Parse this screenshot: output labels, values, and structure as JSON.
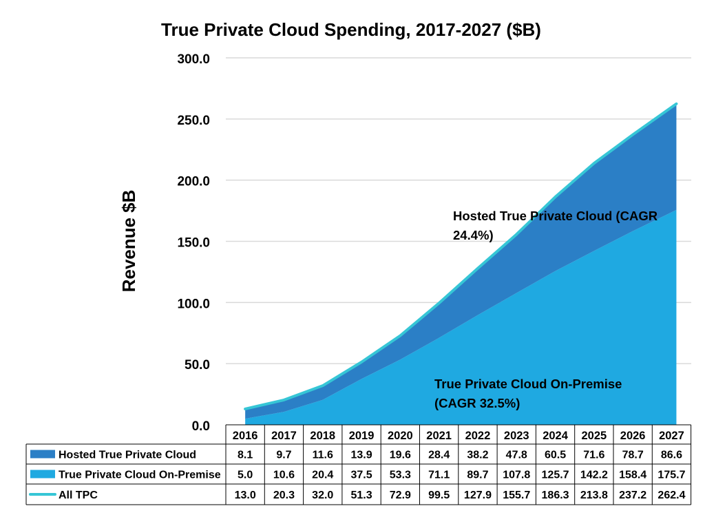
{
  "chart_data": {
    "type": "area",
    "title": "True Private Cloud Spending, 2017-2027 ($B)",
    "ylabel": "Revenue $B",
    "xlabel": "",
    "ylim": [
      0,
      300
    ],
    "y_ticks": [
      "0.0",
      "50.0",
      "100.0",
      "150.0",
      "200.0",
      "250.0",
      "300.0"
    ],
    "grid": true,
    "categories": [
      "2016",
      "2017",
      "2018",
      "2019",
      "2020",
      "2021",
      "2022",
      "2023",
      "2024",
      "2025",
      "2026",
      "2027"
    ],
    "series": [
      {
        "name": "Hosted True Private Cloud",
        "kind": "stacked-area",
        "color": "#2b7fc6",
        "values": [
          8.1,
          9.7,
          11.6,
          13.9,
          19.6,
          28.4,
          38.2,
          47.8,
          60.5,
          71.6,
          78.7,
          86.6
        ],
        "labels": [
          "8.1",
          "9.7",
          "11.6",
          "13.9",
          "19.6",
          "28.4",
          "38.2",
          "47.8",
          "60.5",
          "71.6",
          "78.7",
          "86.6"
        ]
      },
      {
        "name": "True Private Cloud On-Premise",
        "kind": "stacked-area",
        "color": "#1fa9e1",
        "values": [
          5.0,
          10.6,
          20.4,
          37.5,
          53.3,
          71.1,
          89.7,
          107.8,
          125.7,
          142.2,
          158.4,
          175.7
        ],
        "labels": [
          "5.0",
          "10.6",
          "20.4",
          "37.5",
          "53.3",
          "71.1",
          "89.7",
          "107.8",
          "125.7",
          "142.2",
          "158.4",
          "175.7"
        ]
      },
      {
        "name": "All TPC",
        "kind": "line",
        "color": "#36c6d6",
        "values": [
          13.0,
          20.3,
          32.0,
          51.3,
          72.9,
          99.5,
          127.9,
          155.7,
          186.3,
          213.8,
          237.2,
          262.4
        ],
        "labels": [
          "13.0",
          "20.3",
          "32.0",
          "51.3",
          "72.9",
          "99.5",
          "127.9",
          "155.7",
          "186.3",
          "213.8",
          "237.2",
          "262.4"
        ]
      }
    ],
    "annotations": [
      {
        "lines": [
          "Hosted True Private Cloud (CAGR",
          "24.4%)"
        ]
      },
      {
        "lines": [
          "True Private Cloud On-Premise",
          "(CAGR 32.5%)"
        ]
      }
    ],
    "legend_placement": "data-table-below"
  },
  "colors": {
    "hosted": "#2b7fc6",
    "onprem": "#1fa9e1",
    "total_line": "#36c6d6",
    "grid": "#d9d9d9",
    "table_border": "#000000",
    "text": "#000000"
  }
}
